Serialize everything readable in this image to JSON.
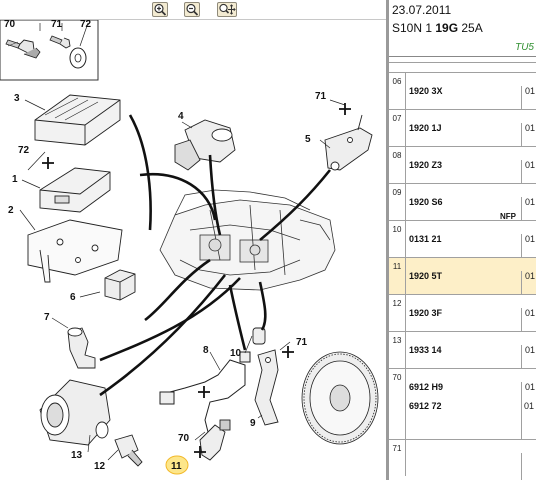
{
  "toolbar": {
    "zoom_in_icon": "magnifier-plus-icon",
    "zoom_out_icon": "magnifier-minus-icon",
    "pan_icon": "magnifier-move-icon"
  },
  "diagram": {
    "callouts": [
      "1",
      "2",
      "3",
      "4",
      "5",
      "6",
      "7",
      "8",
      "9",
      "10",
      "11",
      "12",
      "13",
      "70",
      "71",
      "72"
    ]
  },
  "info": {
    "date": "23.07.2011",
    "vehicle_code_a": "S10N 1 ",
    "vehicle_code_b": "19G",
    "vehicle_code_c": " 25A",
    "engine": "TU5",
    "rows": [
      {
        "num": "06",
        "ref": "1920 3X",
        "qty": "01"
      },
      {
        "num": "07",
        "ref": "1920 1J",
        "qty": "01"
      },
      {
        "num": "08",
        "ref": "1920 Z3",
        "qty": "01"
      },
      {
        "num": "09",
        "ref": "1920 S6",
        "qty": "01",
        "tag": "NFP"
      },
      {
        "num": "10",
        "ref": "0131 21",
        "qty": "01"
      },
      {
        "num": "11",
        "ref": "1920 5T",
        "qty": "01"
      },
      {
        "num": "12",
        "ref": "1920 3F",
        "qty": "01"
      },
      {
        "num": "13",
        "ref": "1933 14",
        "qty": "01"
      },
      {
        "num": "70",
        "ref": "6912 H9",
        "qty": "01",
        "ref2": "6912 72",
        "qty2": "01"
      },
      {
        "num": "71",
        "ref": "",
        "qty": ""
      }
    ]
  }
}
